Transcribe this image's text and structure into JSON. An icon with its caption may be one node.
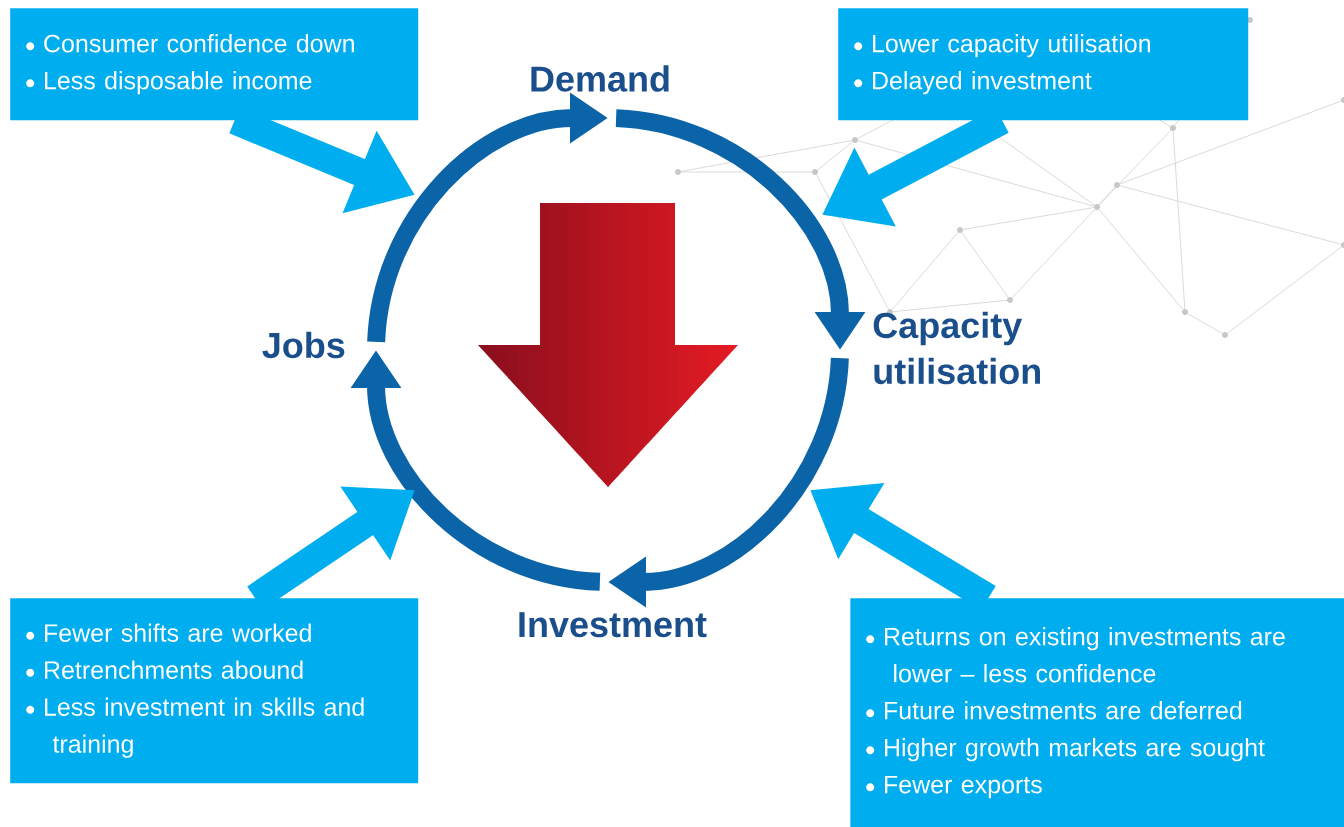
{
  "diagram": {
    "nodes": [
      {
        "text": [
          "Consumer confidence down",
          "Less disposable income"
        ]
      },
      {
        "text": [
          "Demand"
        ]
      },
      {
        "text": [
          "Lower capacity utilisation",
          "Delayed investment"
        ]
      },
      {
        "text": [
          "Jobs"
        ]
      },
      {
        "text": [
          "Capacity utilisation"
        ]
      },
      {
        "text": [
          "Fewer shifts are worked",
          "Retrenchments abound",
          "Less investment in skills and training"
        ]
      },
      {
        "text": [
          "Investment"
        ]
      },
      {
        "text": [
          "Returns on existing investments are lower – less confidence",
          "Future investments are deferred",
          "Higher growth markets are sought",
          "Fewer exports"
        ]
      }
    ],
    "edges": [
      {
        "from": 3,
        "to": 1,
        "arrow": "to"
      },
      {
        "from": 1,
        "to": 4,
        "arrow": "to"
      },
      {
        "from": 4,
        "to": 6,
        "arrow": "to"
      },
      {
        "from": 6,
        "to": 3,
        "arrow": "to"
      },
      {
        "from": 0,
        "to": null,
        "arrow": "to",
        "color": "#00aeef"
      },
      {
        "from": 2,
        "to": null,
        "arrow": "to",
        "color": "#00aeef"
      },
      {
        "from": 5,
        "to": null,
        "arrow": "to",
        "color": "#00aeef"
      },
      {
        "from": 7,
        "to": null,
        "arrow": "to",
        "color": "#00aeef"
      }
    ]
  }
}
